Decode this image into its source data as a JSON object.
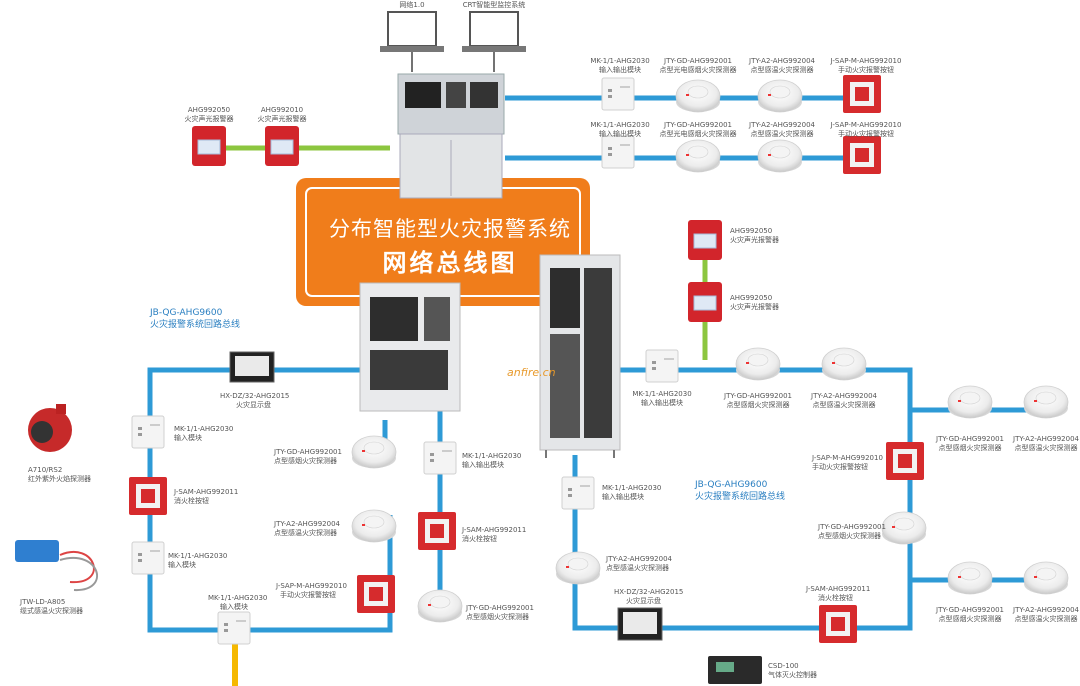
{
  "title": {
    "line1": "分布智能型火灾报警系统",
    "line2": "网络总线图"
  },
  "watermark": "anfire.cn",
  "colors": {
    "orange": "#f07d1b",
    "blue": "#2e9ad6",
    "green": "#8cc63f",
    "yellow": "#f5b800",
    "red": "#d7262a"
  },
  "loops": {
    "left": {
      "name": "JB-QG-AHG9600",
      "desc": "火灾报警系统回路总线"
    },
    "right": {
      "name": "JB-QG-AHG9600",
      "desc": "火灾报警系统回路总线"
    }
  },
  "top": {
    "laptop1": "网络1.0",
    "laptop2": "CRT智能型监控系统",
    "alarm1": {
      "model": "AHG992050",
      "desc": "火灾声光报警器"
    },
    "alarm2": {
      "model": "AHG992010",
      "desc": "火灾声光报警器"
    },
    "row1": [
      {
        "model": "MK-1/1-AHG2030",
        "desc": "输入输出模块"
      },
      {
        "model": "JTY-GD-AHG992001",
        "desc": "点型光电感烟火灾探测器"
      },
      {
        "model": "JTY-A2-AHG992004",
        "desc": "点型感温火灾探测器"
      },
      {
        "model": "J-SAP-M-AHG992010",
        "desc": "手动火灾报警按钮"
      }
    ],
    "row2": [
      {
        "model": "MK-1/1-AHG2030",
        "desc": "输入输出模块"
      },
      {
        "model": "JTY-GD-AHG992001",
        "desc": "点型光电感烟火灾探测器"
      },
      {
        "model": "JTY-A2-AHG992004",
        "desc": "点型感温火灾探测器"
      },
      {
        "model": "J-SAP-M-AHG992010",
        "desc": "手动火灾报警按钮"
      }
    ]
  },
  "left": {
    "panel": {
      "model": "HX-DZ/32-AHG2015",
      "desc": "火灾显示盘"
    },
    "module1": {
      "model": "MK-1/1-AHG2030",
      "desc": "输入模块"
    },
    "flame": {
      "model": "A710/RS2",
      "desc": "红外紫外火焰探测器"
    },
    "button1": {
      "model": "J-SAM-AHG992011",
      "desc": "消火栓按钮"
    },
    "module2": {
      "model": "MK-1/1-AHG2030",
      "desc": "输入模块"
    },
    "cable": {
      "model": "JTW-LD-A805",
      "desc": "缆式感温火灾探测器"
    },
    "module3": {
      "model": "MK-1/1-AHG2030",
      "desc": "输入模块"
    },
    "smoke1": {
      "model": "JTY-GD-AHG992001",
      "desc": "点型感烟火灾探测器"
    },
    "heat1": {
      "model": "JTY-A2-AHG992004",
      "desc": "点型感温火灾探测器"
    },
    "manual": {
      "model": "J-SAP-M-AHG992010",
      "desc": "手动火灾报警按钮"
    },
    "module4": {
      "model": "MK-1/1-AHG2030",
      "desc": "输入输出模块"
    },
    "button2": {
      "model": "J-SAM-AHG992011",
      "desc": "消火栓按钮"
    },
    "smoke2": {
      "model": "JTY-GD-AHG992001",
      "desc": "点型感烟火灾探测器"
    }
  },
  "right": {
    "alarm1": {
      "model": "AHG992050",
      "desc": "火灾声光报警器"
    },
    "alarm2": {
      "model": "AHG992050",
      "desc": "火灾声光报警器"
    },
    "module1": {
      "model": "MK-1/1-AHG2030",
      "desc": "输入输出模块"
    },
    "smoke1": {
      "model": "JTY-GD-AHG992001",
      "desc": "点型感烟火灾探测器"
    },
    "heat1": {
      "model": "JTY-A2-AHG992004",
      "desc": "点型感温火灾探测器"
    },
    "farSmoke1": {
      "model": "JTY-GD-AHG992001",
      "desc": "点型感烟火灾探测器"
    },
    "farHeat1": {
      "model": "JTY-A2-AHG992004",
      "desc": "点型感温火灾探测器"
    },
    "manual": {
      "model": "J-SAP-M-AHG992010",
      "desc": "手动火灾报警按钮"
    },
    "module2": {
      "model": "MK-1/1-AHG2030",
      "desc": "输入输出模块"
    },
    "smoke2": {
      "model": "JTY-GD-AHG992001",
      "desc": "点型感烟火灾探测器"
    },
    "heat2": {
      "model": "JTY-A2-AHG992004",
      "desc": "点型感温火灾探测器"
    },
    "panel": {
      "model": "HX-DZ/32-AHG2015",
      "desc": "火灾显示盘"
    },
    "button": {
      "model": "J-SAM-AHG992011",
      "desc": "消火栓按钮"
    },
    "farSmoke2": {
      "model": "JTY-GD-AHG992001",
      "desc": "点型感烟火灾探测器"
    },
    "farHeat2": {
      "model": "JTY-A2-AHG992004",
      "desc": "点型感温火灾探测器"
    },
    "gas": {
      "model": "CSD-100",
      "desc": "气体灭火控制器"
    }
  }
}
